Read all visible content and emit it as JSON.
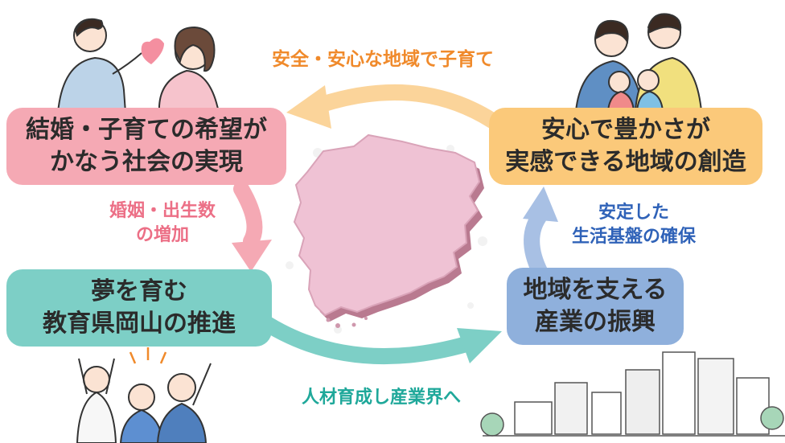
{
  "nodes": {
    "marriage": [
      "結婚・子育ての希望が",
      "かなう社会の実現"
    ],
    "education": [
      "夢を育む",
      "教育県岡山の推進"
    ],
    "industry": [
      "地域を支える",
      "産業の振興"
    ],
    "region": [
      "安心で豊かさが",
      "実感できる地域の創造"
    ]
  },
  "edges": {
    "top": "安全・安心な地域で子育て",
    "left": [
      "婚姻・出生数",
      "の増加"
    ],
    "bottom": "人材育成し産業界へ",
    "right": [
      "安定した",
      "生活基盤の確保"
    ]
  },
  "colors": {
    "pink": "#f5a9b4",
    "teal": "#7dcfc6",
    "blue": "#8fb0dc",
    "orange": "#fbc97a",
    "label_orange": "#f08a2b",
    "label_pink": "#ec6f86",
    "label_teal": "#1fa89a",
    "label_blue": "#2f62b8"
  },
  "illustrations": [
    "couple-heart-illustration",
    "family-illustration",
    "map-okayama-illustration",
    "cheering-students-illustration",
    "cityscape-illustration"
  ]
}
